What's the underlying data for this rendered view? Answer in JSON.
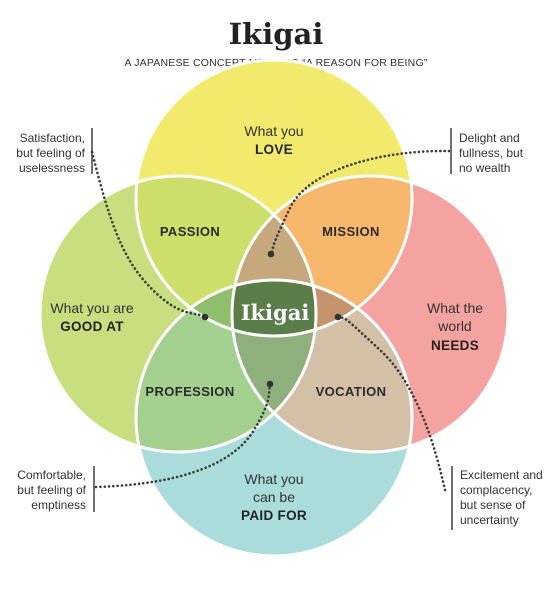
{
  "header": {
    "title": "Ikigai",
    "subtitle": "A JAPANESE CONCEPT MEANING “A REASON FOR BEING”"
  },
  "circles": {
    "love": {
      "line1": "What you",
      "strong": "LOVE",
      "color": "#F2EA6C"
    },
    "good": {
      "line1": "What you are",
      "strong": "GOOD AT",
      "color": "#C9DE7E"
    },
    "needs": {
      "line1": "What the",
      "line2": "world",
      "strong": "NEEDS",
      "color": "#F5A3A0"
    },
    "paid": {
      "line1": "What you",
      "line2": "can be",
      "strong": "PAID FOR",
      "color": "#A9DCDB"
    }
  },
  "regions": {
    "passion": {
      "label": "PASSION",
      "color": "#CEDE6A"
    },
    "mission": {
      "label": "MISSION",
      "color": "#F7B76C"
    },
    "profession": {
      "label": "PROFESSION",
      "color": "#A4D08F"
    },
    "vocation": {
      "label": "VOCATION",
      "color": "#D3C0A7"
    },
    "love_good_needs_color": "#C5A87C",
    "love_good_paid_color": "#8FBF6C",
    "love_needs_paid_color": "#C5946C",
    "good_needs_paid_color": "#8FB07D"
  },
  "center": {
    "label": "Ikigai",
    "color": "#5A7D4A"
  },
  "notes": {
    "top_left": [
      "Satisfaction,",
      "but feeling of",
      "uselessness"
    ],
    "top_right": [
      "Delight and",
      "fullness, but",
      "no wealth"
    ],
    "bottom_left": [
      "Comfortable,",
      "but feeling of",
      "emptiness"
    ],
    "bottom_right": [
      "Excitement and",
      "complacency,",
      "but sense of",
      "uncertainty"
    ]
  }
}
